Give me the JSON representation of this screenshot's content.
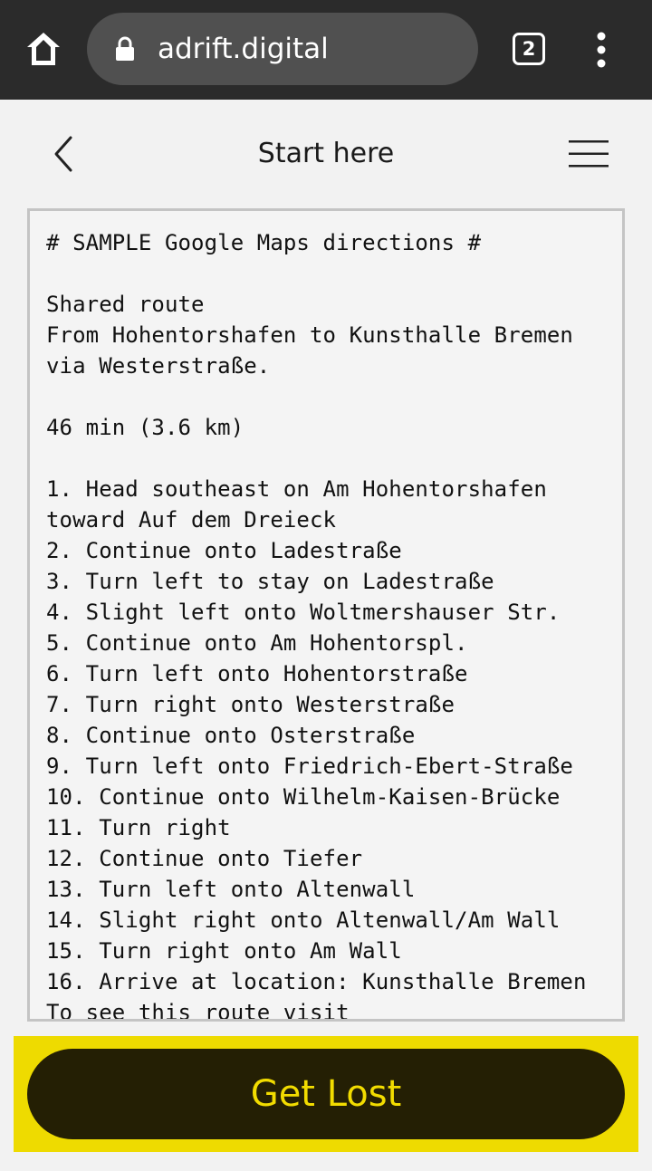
{
  "browser": {
    "url": "adrift.digital",
    "tab_count": "2",
    "icons": [
      "home-icon",
      "lock-icon",
      "tabs-icon",
      "menu-dots-icon"
    ]
  },
  "header": {
    "title": "Start here",
    "icons": [
      "back-icon",
      "hamburger-icon"
    ]
  },
  "directions": {
    "text": "# SAMPLE Google Maps directions #\n\nShared route\nFrom Hohentorshafen to Kunsthalle Bremen via Westerstraße.\n\n46 min (3.6 km)\n\n1. Head southeast on Am Hohentorshafen toward Auf dem Dreieck\n2. Continue onto Ladestraße\n3. Turn left to stay on Ladestraße\n4. Slight left onto Woltmershauser Str.\n5. Continue onto Am Hohentorspl.\n6. Turn left onto Hohentorstraße\n7. Turn right onto Westerstraße\n8. Continue onto Osterstraße\n9. Turn left onto Friedrich-Ebert-Straße\n10. Continue onto Wilhelm-Kaisen-Brücke\n11. Turn right\n12. Continue onto Tiefer\n13. Turn left onto Altenwall\n14. Slight right onto Altenwall/Am Wall\n15. Turn right onto Am Wall\n16. Arrive at location: Kunsthalle Bremen\nTo see this route visit"
  },
  "cta": {
    "label": "Get Lost"
  },
  "colors": {
    "browser_bar": "#2b2b2b",
    "url_pill": "#505050",
    "page_bg": "#f2f2f2",
    "cta_band": "#eedb00",
    "cta_button_bg": "#241f04",
    "cta_text": "#f2dc00"
  }
}
